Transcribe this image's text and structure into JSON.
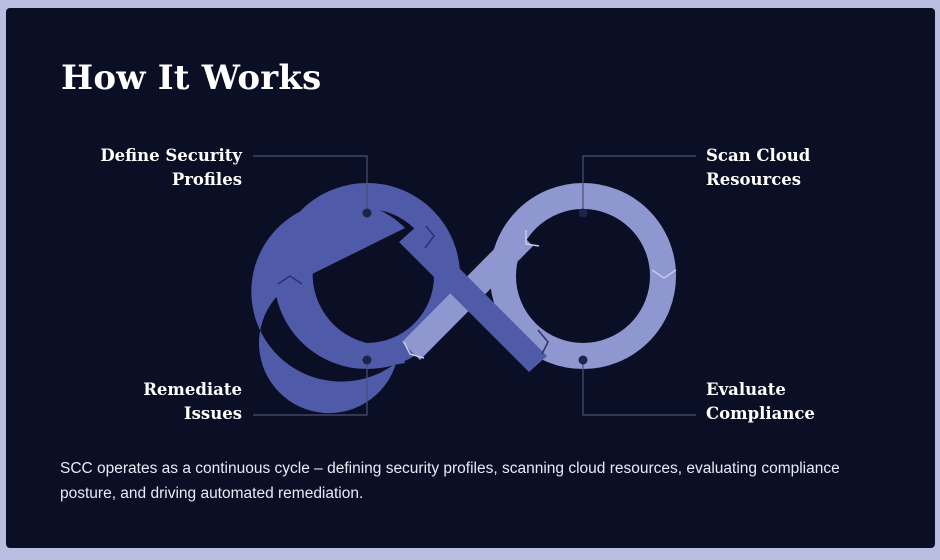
{
  "title": "How It Works",
  "steps": [
    {
      "line1": "Define Security",
      "line2": "Profiles"
    },
    {
      "line1": "Scan Cloud",
      "line2": "Resources"
    },
    {
      "line1": "Evaluate",
      "line2": "Compliance"
    },
    {
      "line1": "Remediate",
      "line2": "Issues"
    }
  ],
  "description": "SCC operates as a continuous cycle – defining security profiles, scanning cloud resources, evaluating compliance posture, and driving automated remediation.",
  "colors": {
    "background": "#0b0f26",
    "loop_dark": "#4f5aa8",
    "loop_light": "#8e97d0",
    "connector": "#4a5070",
    "dot": "#1e2448"
  }
}
